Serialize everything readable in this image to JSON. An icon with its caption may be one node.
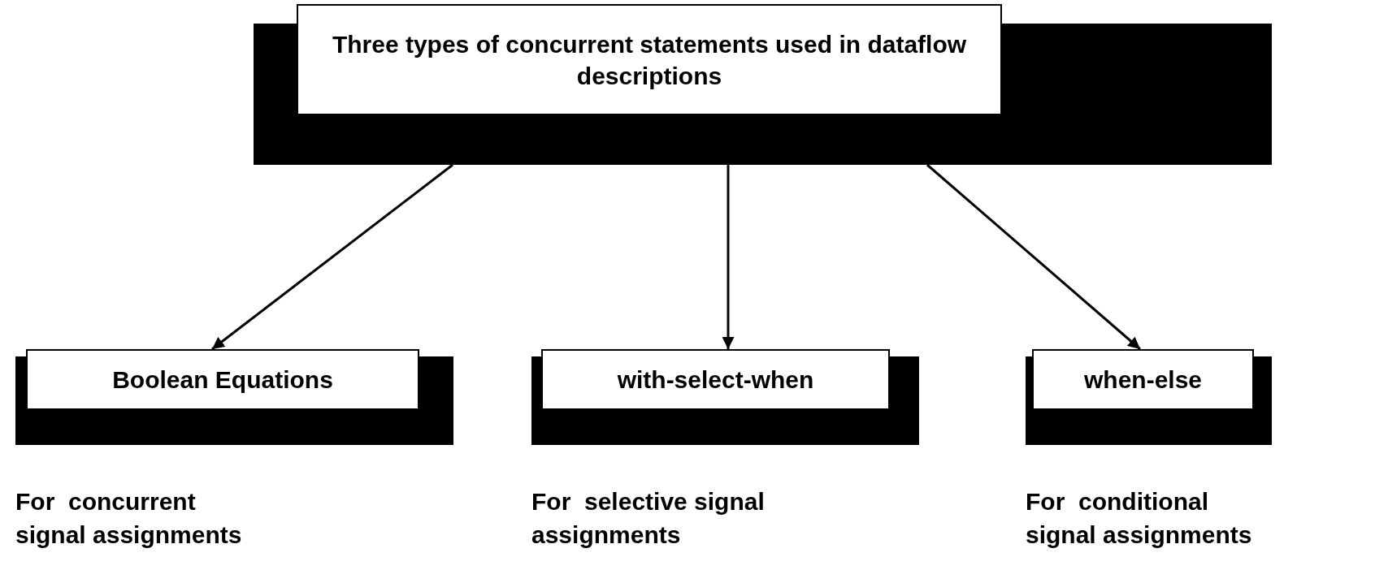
{
  "diagram": {
    "nodes": [
      {
        "text": [
          "Three types of concurrent statements used in dataflow descriptions"
        ]
      },
      {
        "text": [
          "Boolean Equations"
        ],
        "beside": [
          "For  concurrent signal assignments"
        ]
      },
      {
        "text": [
          "with-select-when"
        ],
        "beside": [
          "For  selective signal assignments"
        ]
      },
      {
        "text": [
          "when-else"
        ],
        "beside": [
          "For  conditional signal assignments"
        ]
      }
    ],
    "edges": [
      {
        "from": 0,
        "to": 1,
        "arrow": "to"
      },
      {
        "from": 0,
        "to": 2,
        "arrow": "to"
      },
      {
        "from": 0,
        "to": 3,
        "arrow": "to"
      }
    ]
  }
}
